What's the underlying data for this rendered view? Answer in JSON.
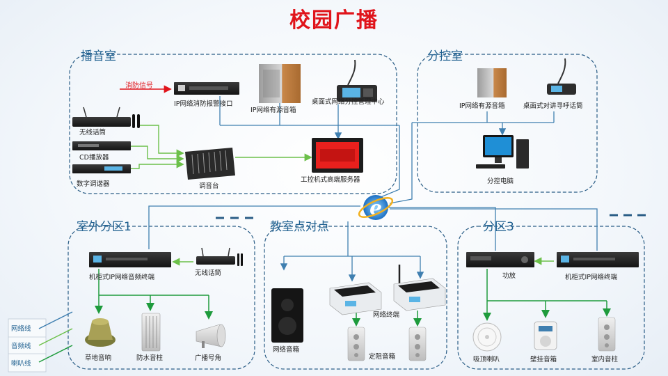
{
  "title": "校园广播",
  "zones": {
    "broadcast_room": "播音室",
    "sub_control_room": "分控室",
    "outdoor_zone": "室外分区1",
    "classroom_p2p": "教室点对点",
    "zone3": "分区3"
  },
  "signals": {
    "fire_signal": "消防信号"
  },
  "devices": {
    "fire_alarm_interface": "IP网络消防报警接口",
    "ip_active_speaker_1": "IP网络有源音箱",
    "desktop_control_center": "桌面式网络分控管理中心",
    "wireless_mic_1": "无线话筒",
    "cd_player": "CD播放器",
    "digital_tuner": "数字调谐器",
    "mixer": "调音台",
    "ipc_server": "工控机式高端服务器",
    "ip_active_speaker_2": "IP网络有源音箱",
    "desktop_intercom_mic": "桌面式对讲寻呼话筒",
    "sub_control_pc": "分控电脑",
    "rack_terminal_1": "机柜式IP网络音频终端",
    "wireless_mic_2": "无线话筒",
    "lawn_speaker": "草地音响",
    "waterproof_column": "防水音柱",
    "horn_speaker": "广播号角",
    "network_speaker": "网络音箱",
    "network_terminal": "网络终端",
    "fixed_resistance_speaker": "定阻音箱",
    "amplifier": "功放",
    "rack_terminal_2": "机柜式IP网络终端",
    "ceiling_speaker": "吸顶喇叭",
    "wall_speaker": "壁挂音箱",
    "indoor_column": "室内音柱"
  },
  "legend": [
    {
      "label": "网络线",
      "color": "#3f7fb0"
    },
    {
      "label": "音频线",
      "color": "#6cc04a"
    },
    {
      "label": "喇叭线",
      "color": "#1e9b3c"
    }
  ],
  "colors": {
    "title": "#e0141b",
    "zone_border": "#2a5d86",
    "network_line": "#3f7fb0",
    "audio_line": "#6cc04a",
    "speaker_line": "#1e9b3c",
    "fire_arrow": "#e0141b"
  },
  "icons": {
    "center": "ie-network-icon"
  }
}
